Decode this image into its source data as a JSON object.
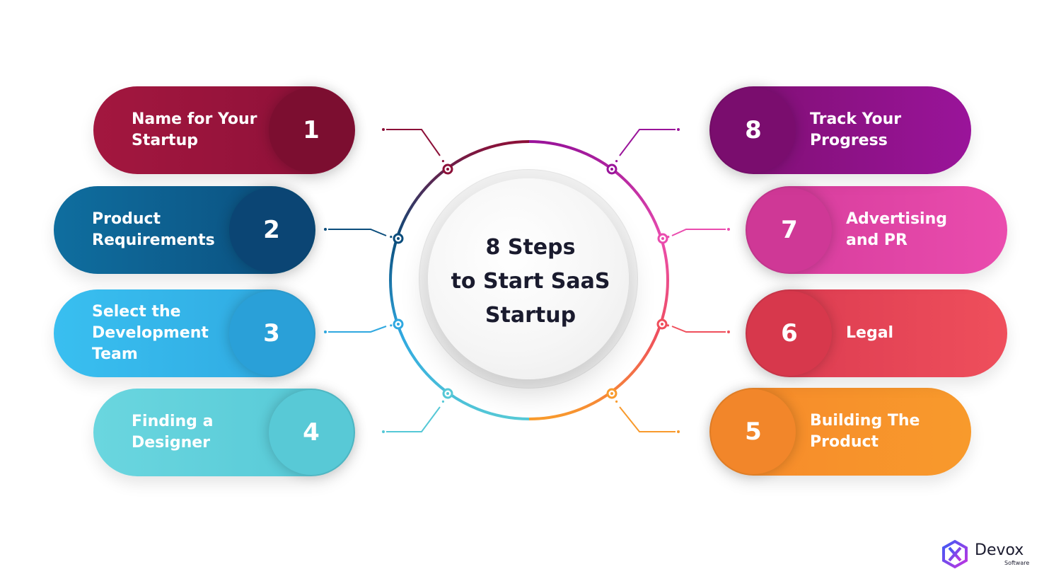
{
  "center_title": "8 Steps\nto Start SaaS\nStartup",
  "steps": [
    {
      "number": "1",
      "label": "Name for Your\nStartup",
      "color_start": "#a3173f",
      "color_end": "#8c1038",
      "disc_color": "#7c0e30"
    },
    {
      "number": "2",
      "label": "Product\nRequirements",
      "color_start": "#0f6e9f",
      "color_end": "#0b4d7c",
      "disc_color": "#0b4574"
    },
    {
      "number": "3",
      "label": "Select the\nDevelopment\nTeam",
      "color_start": "#39bff0",
      "color_end": "#2fa8e0",
      "disc_color": "#2aa0d8"
    },
    {
      "number": "4",
      "label": "Finding a\nDesigner",
      "color_start": "#6ad6df",
      "color_end": "#55c8d6",
      "disc_color": "#58c9d6"
    },
    {
      "number": "5",
      "label": "Building The\nProduct",
      "color_start": "#f6892a",
      "color_end": "#f89a2c",
      "disc_color": "#f2862a"
    },
    {
      "number": "6",
      "label": "Legal",
      "color_start": "#d9394f",
      "color_end": "#ef4f5c",
      "disc_color": "#d7384c"
    },
    {
      "number": "7",
      "label": "Advertising\nand PR",
      "color_start": "#d43b9a",
      "color_end": "#ea4cae",
      "disc_color": "#cf3896"
    },
    {
      "number": "8",
      "label": "Track Your\nProgress",
      "color_start": "#7d0f6f",
      "color_end": "#9a149a",
      "disc_color": "#7a0d6e"
    }
  ],
  "logo": {
    "name": "Devox",
    "sub": "Software",
    "colors": [
      "#3d5bf5",
      "#c233e0"
    ]
  }
}
